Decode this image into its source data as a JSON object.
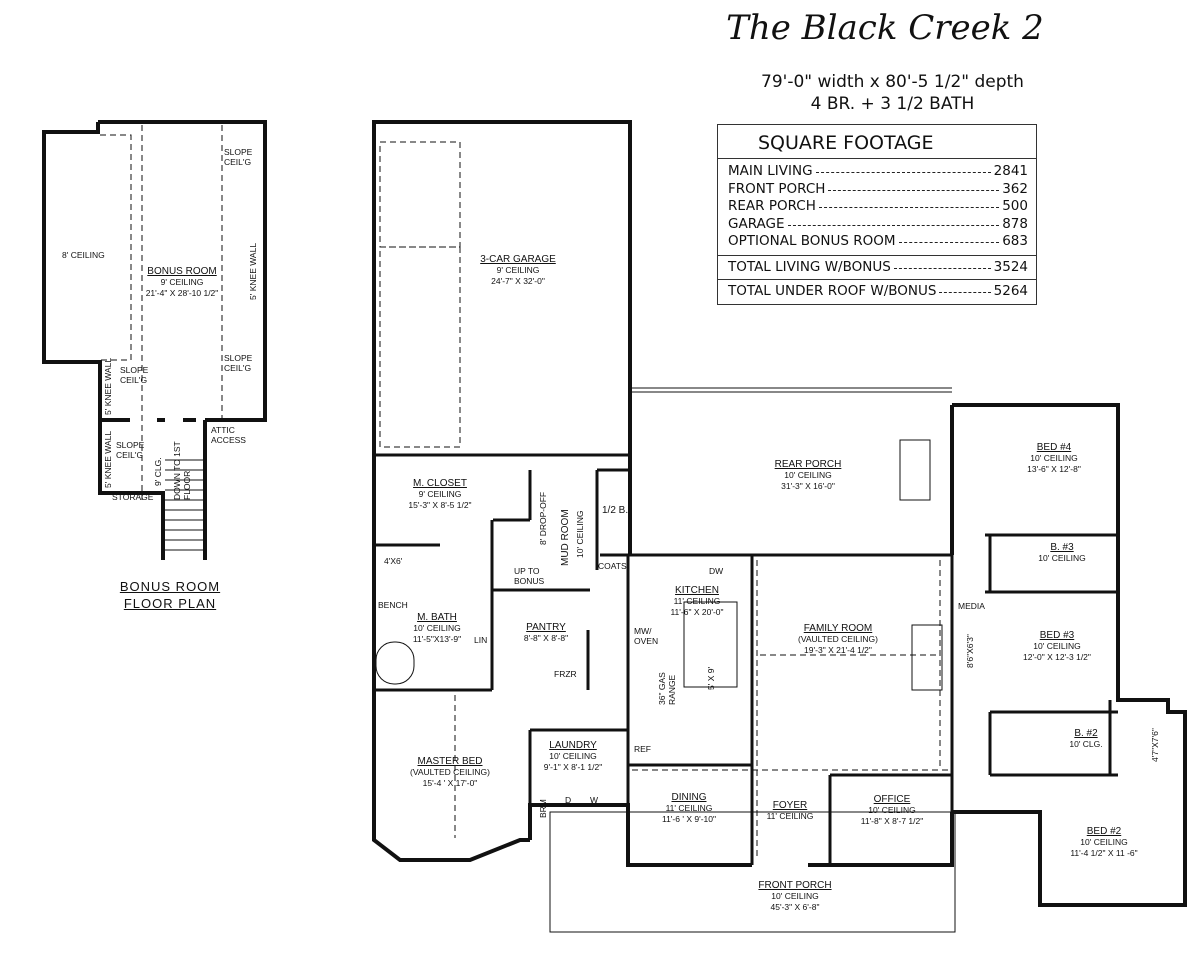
{
  "title": "The Black Creek 2",
  "dimensions": "79'-0\" width x 80'-5 1/2\" depth",
  "bed_bath": "4 BR. + 3 1/2 BATH",
  "square_footage": {
    "heading": "SQUARE FOOTAGE",
    "rows": [
      {
        "label": "MAIN LIVING",
        "value": "2841"
      },
      {
        "label": "FRONT PORCH",
        "value": "362"
      },
      {
        "label": "REAR PORCH",
        "value": "500"
      },
      {
        "label": "GARAGE",
        "value": "878"
      },
      {
        "label": "OPTIONAL BONUS ROOM",
        "value": "683"
      }
    ],
    "totals": [
      {
        "label": "TOTAL LIVING W/BONUS",
        "value": "3524"
      },
      {
        "label": "TOTAL UNDER ROOF W/BONUS",
        "value": "5264"
      }
    ]
  },
  "bonus_plan": {
    "caption_line1": "BONUS ROOM",
    "caption_line2": "FLOOR PLAN",
    "room": {
      "name": "BONUS ROOM",
      "ceiling": "9' CEILING",
      "size": "21'-4\" X 28'-10 1/2\""
    },
    "eight_ceiling": "8' CEILING",
    "slope": "SLOPE CEIL'G",
    "knee_wall": "5' KNEE WALL",
    "nine_clg": "9' CLG.",
    "storage": "STORAGE",
    "stairs_down": "DOWN TO 1ST FLOOR",
    "attic": "ATTIC ACCESS"
  },
  "rooms": {
    "garage": {
      "name": "3-CAR GARAGE",
      "ceiling": "9' CEILING",
      "size": "24'-7\" X 32'-0\""
    },
    "m_closet": {
      "name": "M. CLOSET",
      "ceiling": "9' CEILING",
      "size": "15'-3\" X 8'-5 1/2\""
    },
    "m_bath": {
      "name": "M. BATH",
      "ceiling": "10' CEILING",
      "size": "11'-5\"X13'-9\""
    },
    "pantry": {
      "name": "PANTRY",
      "size": "8'-8\" X 8'-8\""
    },
    "kitchen": {
      "name": "KITCHEN",
      "ceiling": "11' CEILING",
      "size": "11'-6\" X 20'-0\""
    },
    "family": {
      "name": "FAMILY ROOM",
      "ceiling": "(VAULTED CEILING)",
      "size": "19'-3\" X 21'-4 1/2\""
    },
    "rear_porch": {
      "name": "REAR PORCH",
      "ceiling": "10' CEILING",
      "size": "31'-3\" X 16'-0\""
    },
    "bed4": {
      "name": "BED #4",
      "ceiling": "10' CEILING",
      "size": "13'-6\" X 12'-8\""
    },
    "bath3": {
      "name": "B. #3",
      "ceiling": "10' CEILING"
    },
    "bed3": {
      "name": "BED #3",
      "ceiling": "10' CEILING",
      "size": "12'-0\" X 12'-3 1/2\""
    },
    "bath2": {
      "name": "B. #2",
      "ceiling": "10' CLG."
    },
    "bed2": {
      "name": "BED #2",
      "ceiling": "10' CEILING",
      "size": "11'-4 1/2\" X 11 -6\""
    },
    "office": {
      "name": "OFFICE",
      "ceiling": "10' CEILING",
      "size": "11'-8\" X 8'-7 1/2\""
    },
    "foyer": {
      "name": "FOYER",
      "ceiling": "11' CEILING"
    },
    "dining": {
      "name": "DINING",
      "ceiling": "11' CEILING",
      "size": "11'-6 ' X 9'-10\""
    },
    "laundry": {
      "name": "LAUNDRY",
      "ceiling": "10' CEILING",
      "size": "9'-1\" X 8'-1 1/2\""
    },
    "master": {
      "name": "MASTER BED",
      "ceiling": "(VAULTED CEILING)",
      "size": "15'-4 ' X 17'-0\""
    },
    "front_porch": {
      "name": "FRONT PORCH",
      "ceiling": "10' CEILING",
      "size": "45'-3\" X 6'-8\""
    },
    "mud_room": {
      "name": "MUD ROOM",
      "ceiling": "10' CEILING"
    },
    "half_bath": {
      "name": "1/2 B."
    }
  },
  "fixtures": {
    "drop_off": "8' DROP-OFF",
    "up_to_bonus": "UP TO BONUS",
    "coats": "COATS",
    "dw": "DW",
    "mw_oven": "MW/ OVEN",
    "range": "36\" GAS RANGE",
    "island": "5' X 9'",
    "ref": "REF",
    "frzr": "FRZR",
    "lin": "LIN",
    "shower": "4'X6'",
    "bench": "BENCH",
    "dryer": "D",
    "washer": "W",
    "broom": "BRM",
    "media": "MEDIA",
    "closet3": "8'6\"X6'3\"",
    "closet2": "4'7\"X7'6\""
  }
}
